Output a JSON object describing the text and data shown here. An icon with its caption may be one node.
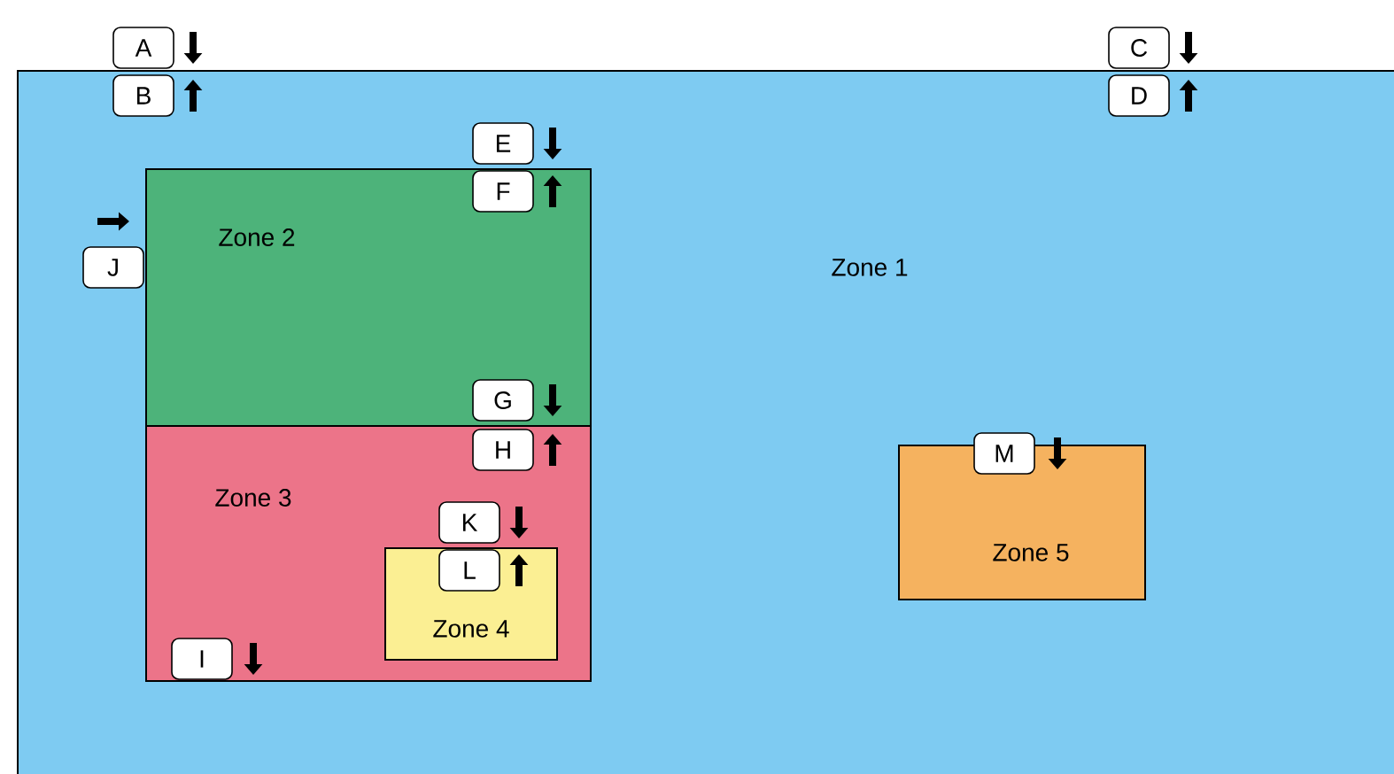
{
  "diagram": {
    "nodes": [
      {
        "text": [
          "A"
        ]
      },
      {
        "text": [
          "C"
        ]
      },
      {
        "text": [
          "Zone 1"
        ]
      },
      {
        "text": [
          "B"
        ],
        "in": 2
      },
      {
        "text": [
          "D"
        ],
        "in": 2
      },
      {
        "text": [
          "E"
        ],
        "in": 2
      },
      {
        "text": [
          "Zone 2"
        ],
        "in": 2
      },
      {
        "text": [
          "F"
        ],
        "in": 6
      },
      {
        "text": [
          "J"
        ],
        "in": 2
      },
      {
        "text": [
          "G"
        ],
        "in": 6
      },
      {
        "text": [
          "Zone 3"
        ],
        "in": 2
      },
      {
        "text": [
          "H"
        ],
        "in": 10
      },
      {
        "text": [
          "K"
        ],
        "in": 10
      },
      {
        "text": [
          "Zone 4"
        ],
        "in": 10
      },
      {
        "text": [
          "L"
        ],
        "in": 13
      },
      {
        "text": [
          "I"
        ],
        "in": 10
      },
      {
        "text": [
          "Zone 5"
        ],
        "in": 2
      },
      {
        "text": [
          "M"
        ],
        "in": 2
      }
    ]
  }
}
